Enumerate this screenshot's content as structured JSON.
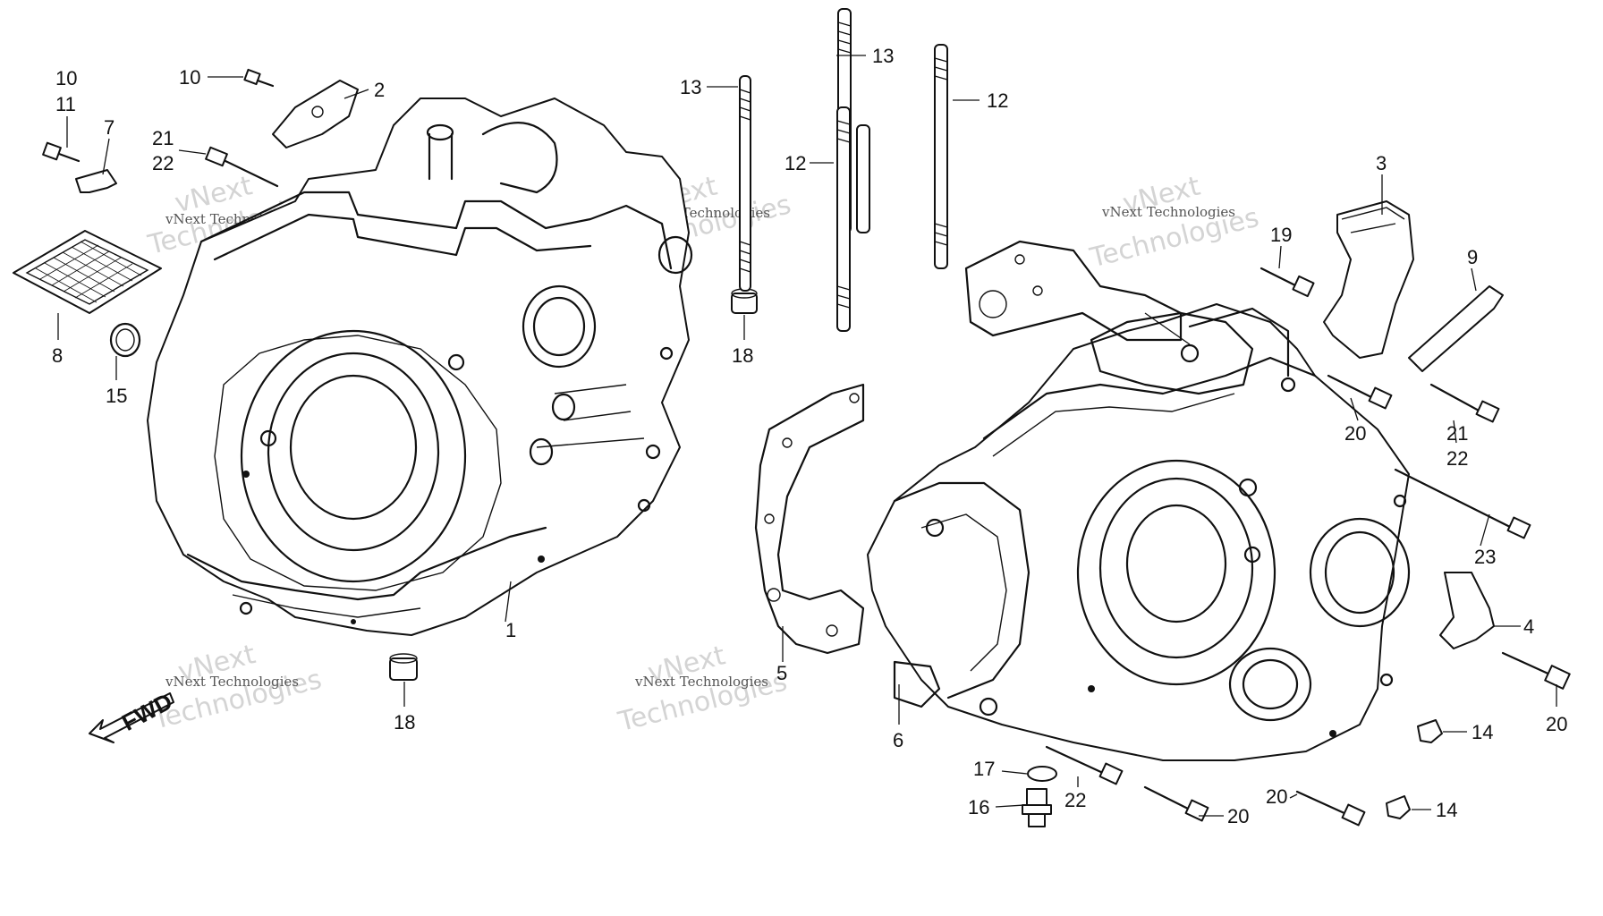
{
  "fwd_label": "FWD",
  "watermark": {
    "line1": "vNext",
    "line2": "Technologies",
    "small": "vNext Technologies"
  },
  "callouts": {
    "c10a": "10",
    "c11": "11",
    "c7": "7",
    "c10b": "10",
    "c2": "2",
    "c21a": "21",
    "c22a": "22",
    "c8": "8",
    "c15": "15",
    "c13a": "13",
    "c13b": "13",
    "c12a": "12",
    "c12b": "12",
    "c18a": "18",
    "c18b": "18",
    "c1": "1",
    "c3": "3",
    "c19": "19",
    "c9": "9",
    "c20a": "20",
    "c21b": "21",
    "c22b": "22",
    "c23": "23",
    "c4": "4",
    "c20b": "20",
    "c14a": "14",
    "c14b": "14",
    "c5": "5",
    "c6": "6",
    "c17": "17",
    "c16": "16",
    "c22c": "22",
    "c20c": "20",
    "c20d": "20"
  }
}
